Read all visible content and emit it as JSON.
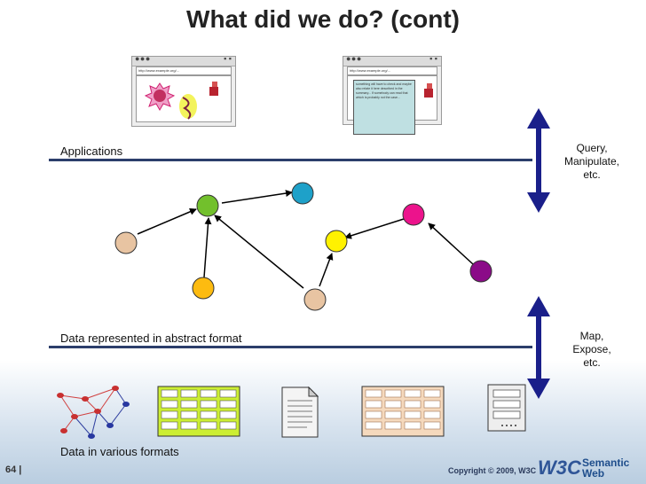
{
  "title": "What did we do? (cont)",
  "layers": {
    "applications": "Applications",
    "abstract": {
      "part1": "Data represented",
      "part2": " in abstract format"
    },
    "formats": {
      "part1": "Data in",
      "part2": " various formats"
    }
  },
  "side_labels": {
    "top": [
      "Query,",
      "Manipulate,",
      "etc."
    ],
    "bottom": [
      "Map,",
      "Expose,",
      "etc."
    ]
  },
  "browsers": {
    "left_url": "http://www.example.org/...",
    "right_url": "http://www.example.org/...",
    "right_note": "something will have to check and maybe also relate it here described in the summary... If somebody can read that which is probably not the case..."
  },
  "footer": {
    "slide_number": "64 |",
    "copyright": "Copyright © 2009, W3C",
    "logo_w3c": "W3C",
    "logo_semantic": "Semantic",
    "logo_web": "Web"
  },
  "colors": {
    "line": "#2c3e6b",
    "arrow": "#1a1f8a",
    "green": "#72c02c",
    "cyan": "#1ea1c9",
    "yellow": "#fff200",
    "magenta": "#ec138c",
    "purple": "#8b0b88",
    "orange": "#fdbb10",
    "tan": "#e8c4a2",
    "grid_green": "#ccee33",
    "grid_tan": "#f5d9bd"
  }
}
